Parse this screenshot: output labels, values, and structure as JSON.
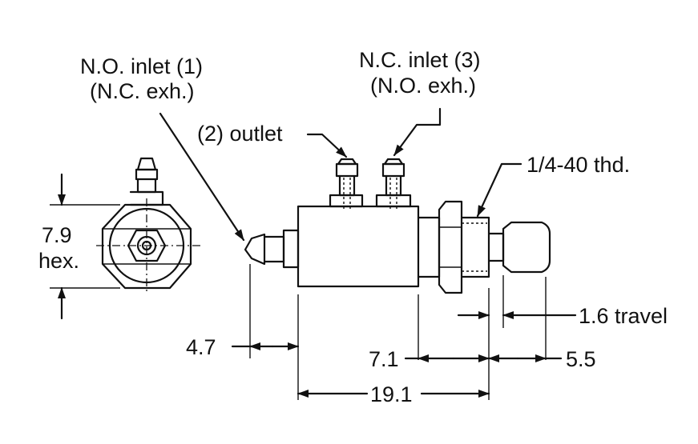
{
  "labels": {
    "no_inlet_line1": "N.O. inlet (1)",
    "no_inlet_line2": "(N.C. exh.)",
    "nc_inlet_line1": "N.C. inlet (3)",
    "nc_inlet_line2": "(N.O. exh.)",
    "outlet": "(2) outlet",
    "thread": "1/4-40 thd.",
    "hex_size": "7.9",
    "hex_word": "hex.",
    "dim_4_7": "4.7",
    "dim_7_1": "7.1",
    "dim_19_1": "19.1",
    "dim_5_5": "5.5",
    "dim_travel": "1.6 travel"
  }
}
